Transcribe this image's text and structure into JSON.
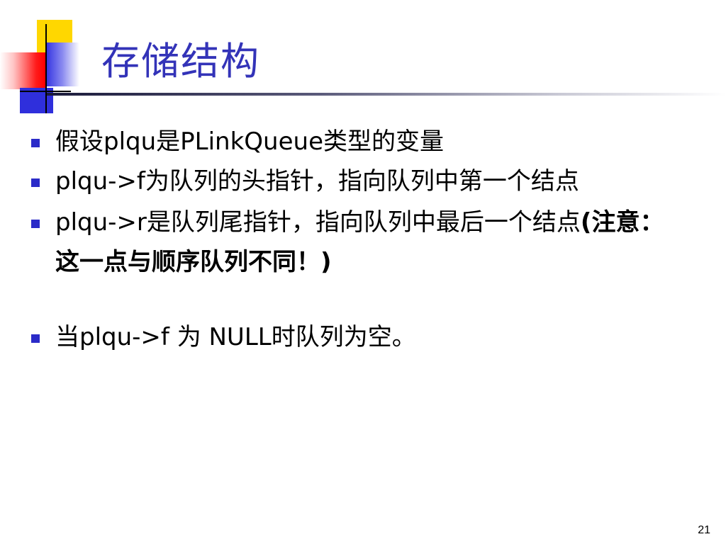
{
  "slide": {
    "title": "存储结构",
    "bullets": [
      {
        "text": "假设plqu是PLinkQueue类型的变量",
        "emph": ""
      },
      {
        "text": "plqu->f为队列的头指针，指向队列中第一个结点",
        "emph": ""
      },
      {
        "text": "plqu->r是队列尾指针，指向队列中最后一个结点",
        "emph": "(注意：这一点与顺序队列不同！)"
      },
      {
        "text": "当plqu->f 为 NULL时队列为空。",
        "emph": ""
      }
    ],
    "page_number": "21"
  },
  "colors": {
    "title": "#3333b8",
    "bullet_marker": "#2b2bc8",
    "accent_yellow": "#ffd700",
    "accent_red": "#ff0000",
    "accent_blue": "#2f2fdc"
  }
}
